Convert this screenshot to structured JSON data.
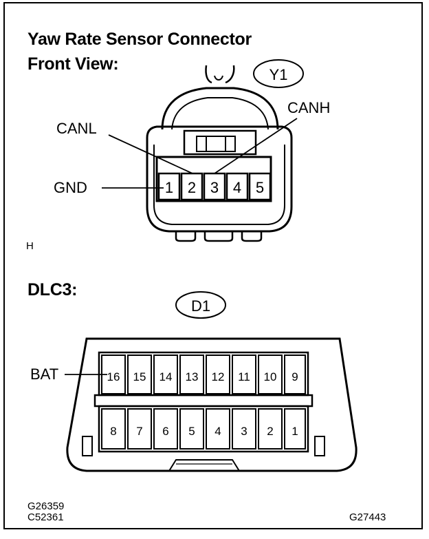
{
  "title": "Yaw Rate Sensor Connector",
  "front_view": "Front View:",
  "yaw_connector": {
    "badge": "Y1",
    "labels": {
      "canl": "CANL",
      "canh": "CANH",
      "gnd": "GND"
    },
    "pins": [
      "1",
      "2",
      "3",
      "4",
      "5"
    ]
  },
  "h_mark": "H",
  "dlc_title": "DLC3:",
  "dlc": {
    "badge": "D1",
    "bat_label": "BAT",
    "top_pins": [
      "16",
      "15",
      "14",
      "13",
      "12",
      "11",
      "10",
      "9"
    ],
    "bottom_pins": [
      "8",
      "7",
      "6",
      "5",
      "4",
      "3",
      "2",
      "1"
    ]
  },
  "codes": {
    "code1": "G26359",
    "code2": "C52361",
    "code3": "G27443"
  }
}
